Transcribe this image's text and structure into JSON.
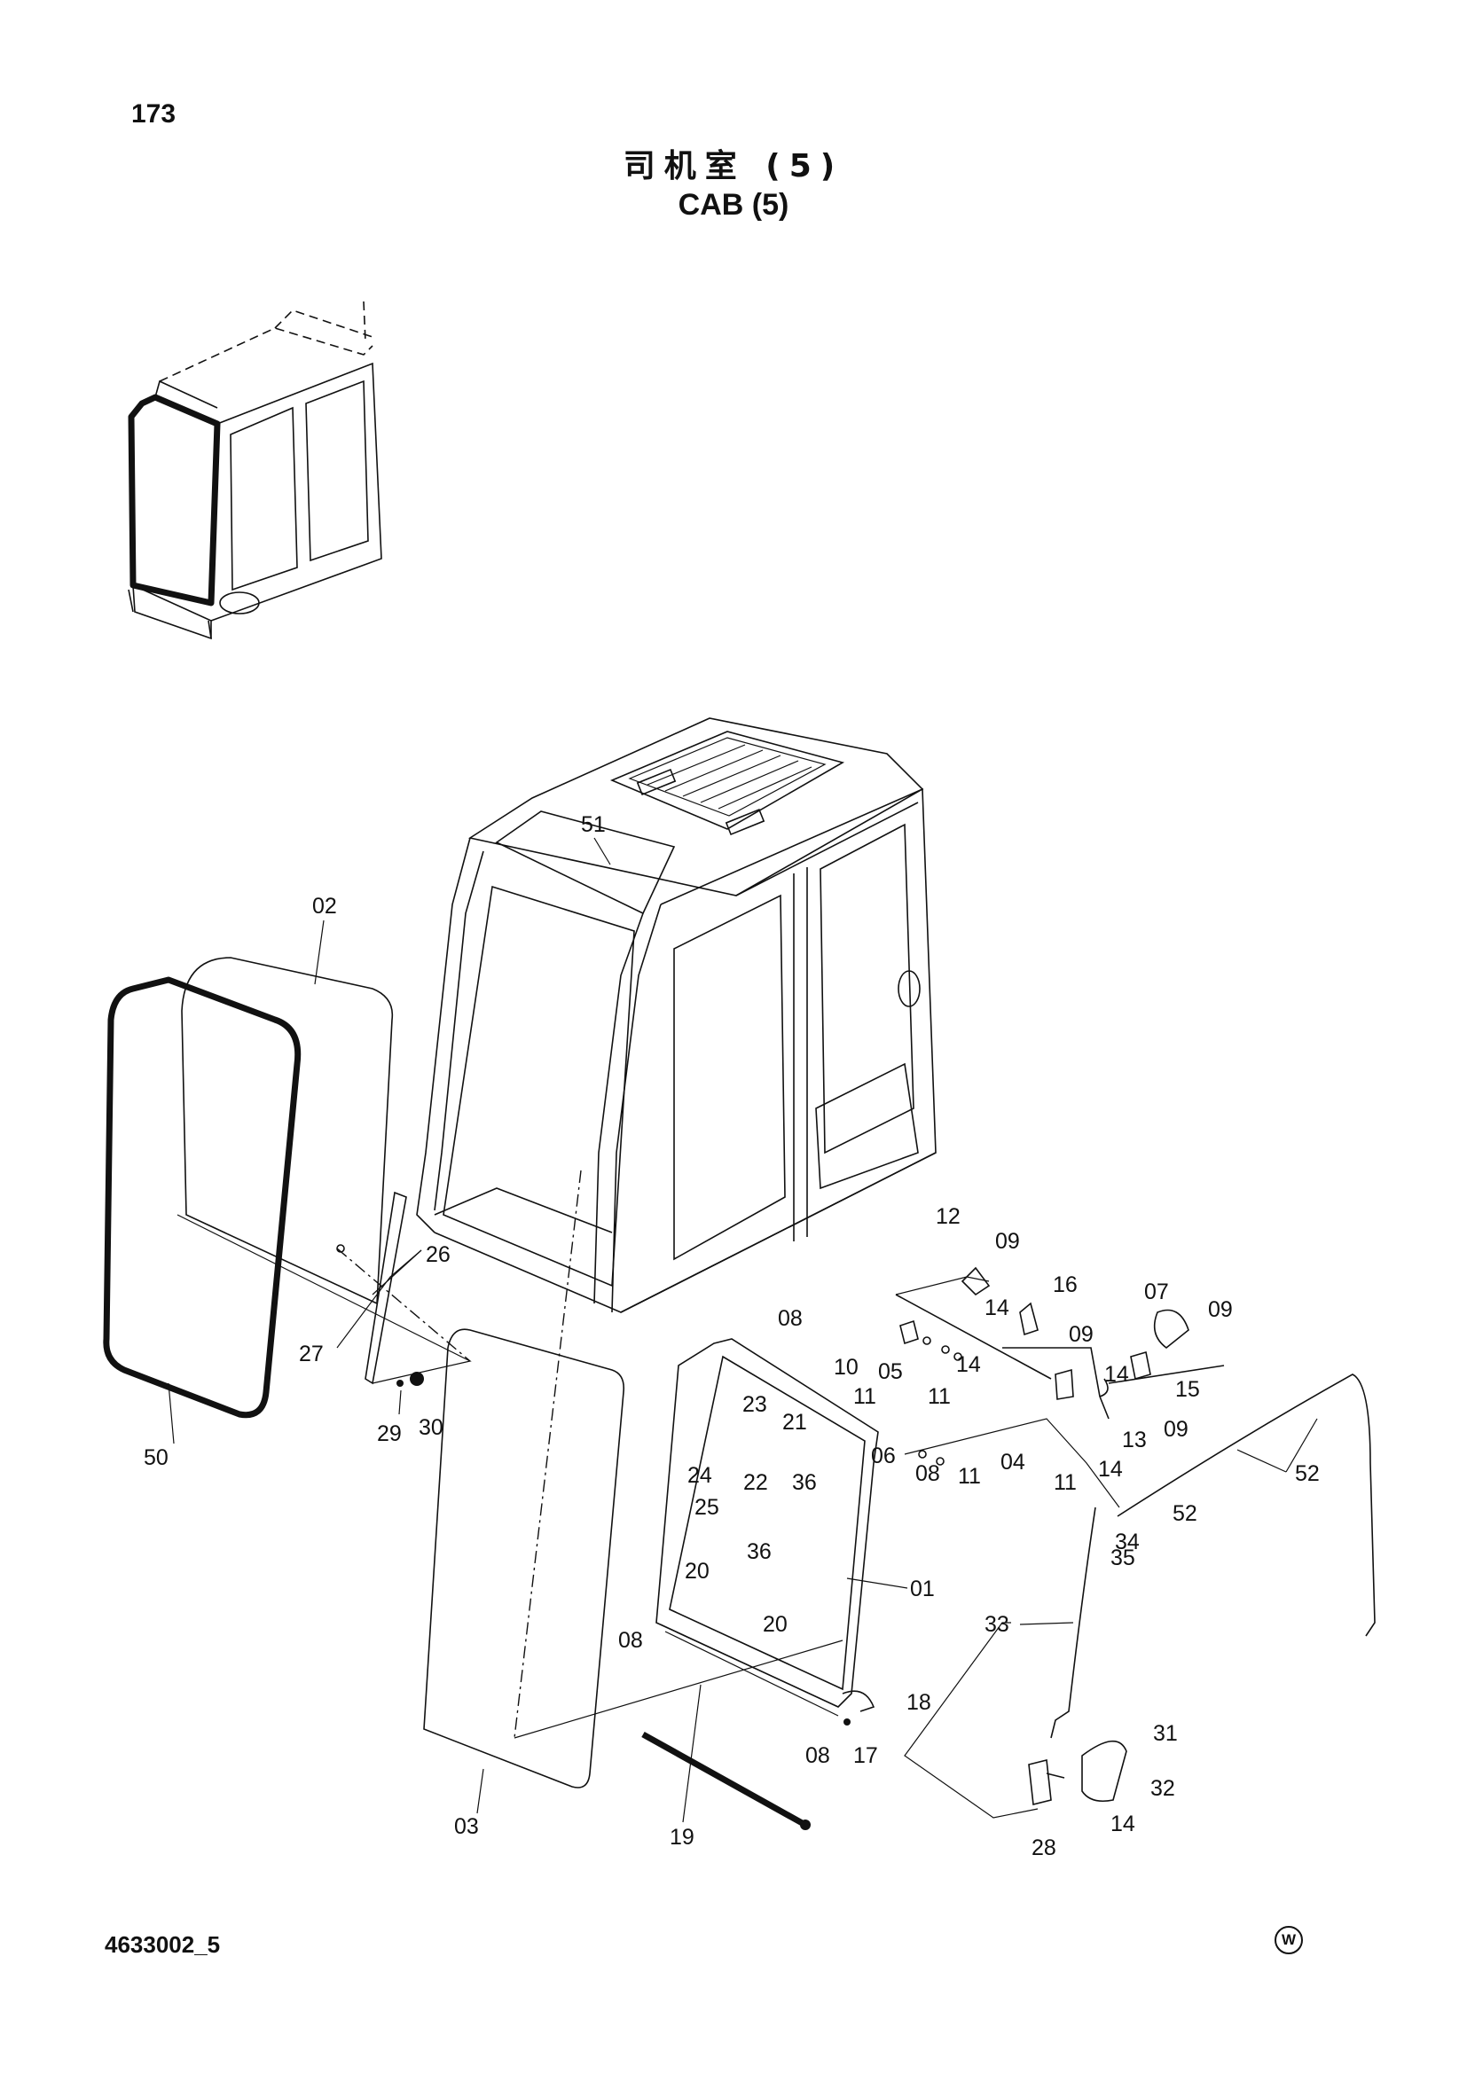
{
  "page_number": "173",
  "title_cn": "司机室 (5)",
  "title_en": "CAB (5)",
  "drawing_code": "4633002_5",
  "watermark_symbol": "W",
  "callouts": [
    "01",
    "02",
    "03",
    "04",
    "05",
    "06",
    "07",
    "08",
    "09",
    "10",
    "11",
    "12",
    "13",
    "14",
    "15",
    "16",
    "17",
    "18",
    "19",
    "20",
    "21",
    "22",
    "23",
    "24",
    "25",
    "26",
    "27",
    "28",
    "29",
    "30",
    "31",
    "32",
    "33",
    "34",
    "35",
    "36",
    "50",
    "51",
    "52"
  ]
}
